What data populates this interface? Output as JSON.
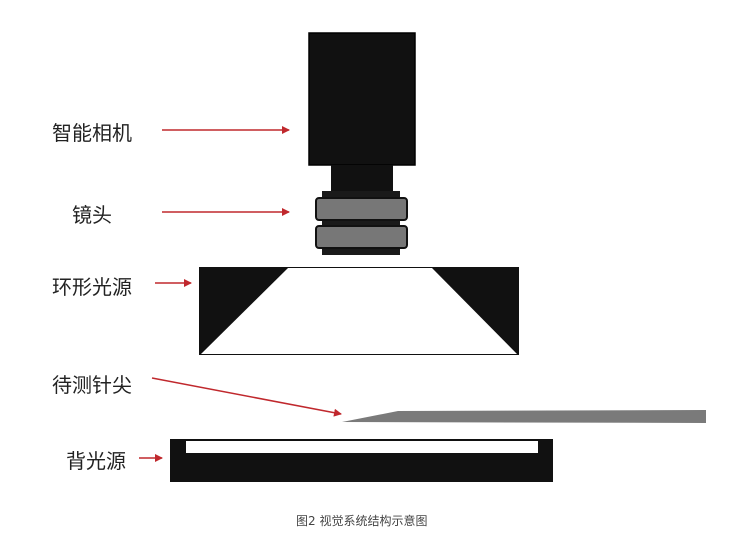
{
  "labels": {
    "camera": "智能相机",
    "lens": "镜头",
    "ring_light": "环形光源",
    "needle_tip": "待测针尖",
    "backlight": "背光源"
  },
  "caption": "图2 视觉系统结构示意图",
  "colors": {
    "arrow": "#c0282d",
    "component": "#111111",
    "needle": "#7a7a7a",
    "lens_ring": "#777777"
  }
}
